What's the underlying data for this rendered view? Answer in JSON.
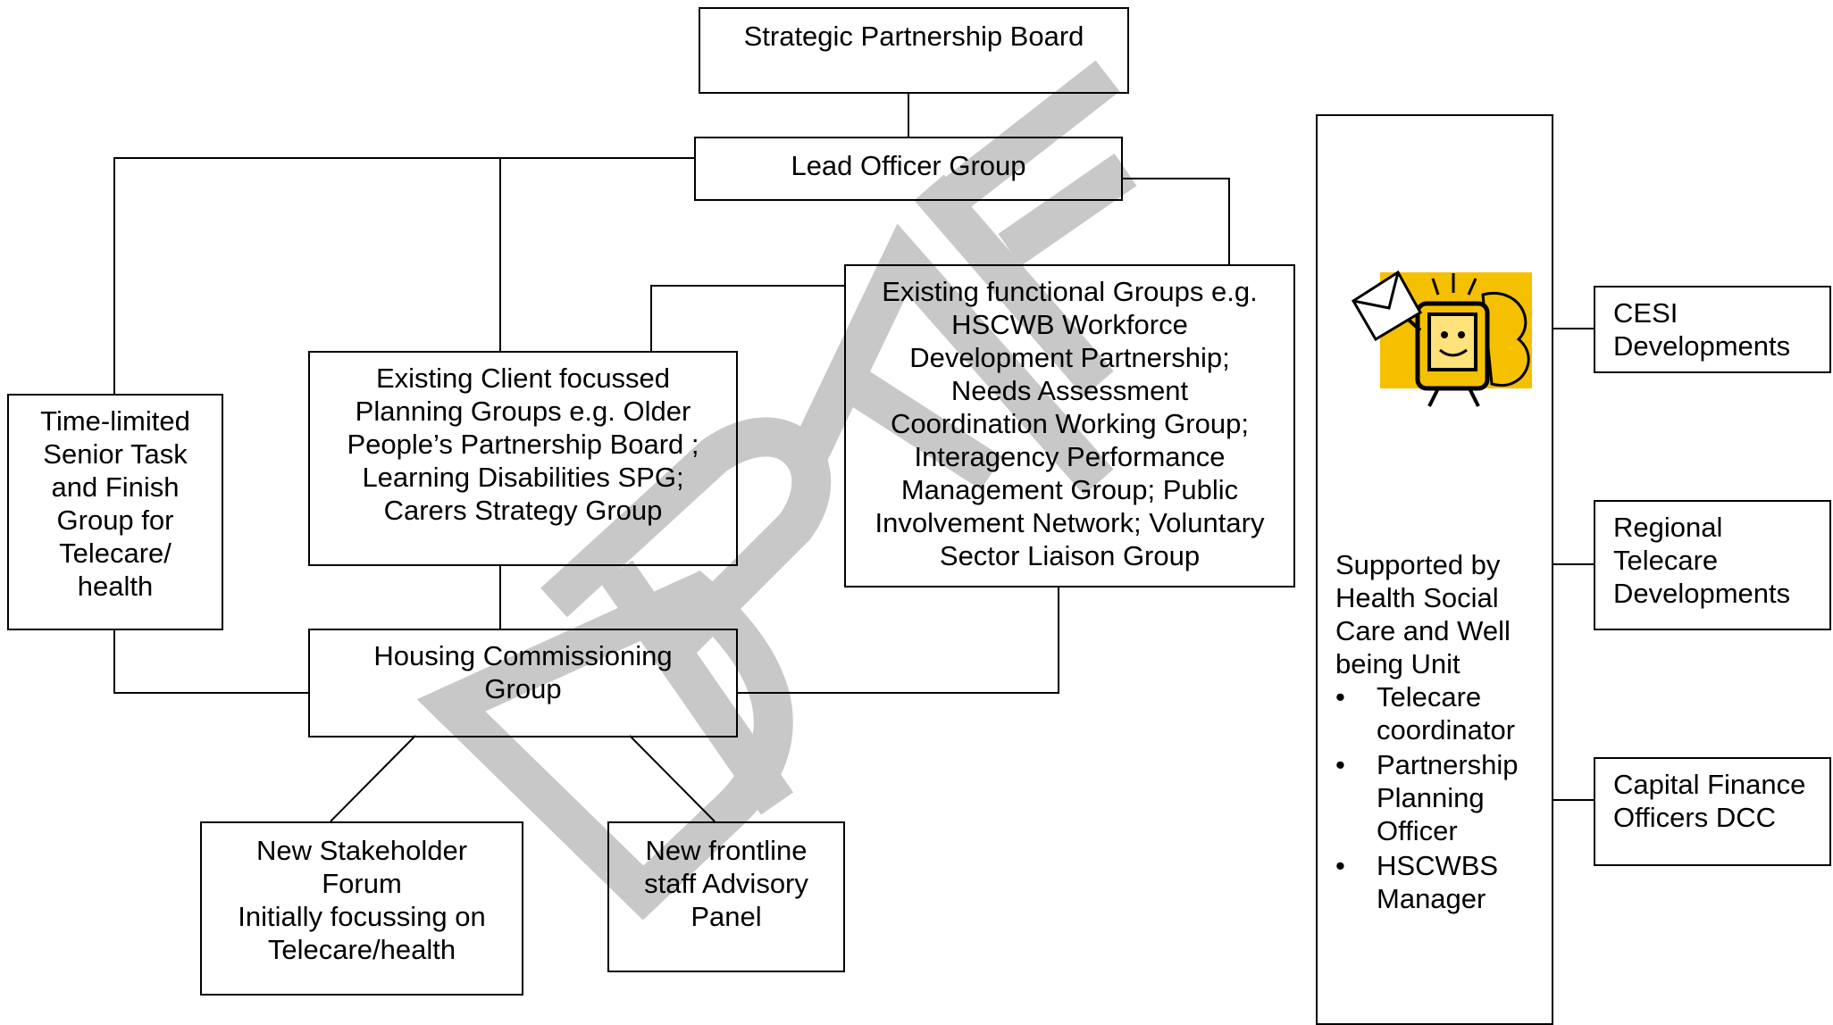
{
  "watermark": "DRAFT",
  "boxes": {
    "board": "Strategic Partnership Board",
    "lead": "Lead Officer Group",
    "client": "Existing Client focussed\nPlanning Groups e.g. Older\nPeople’s Partnership Board ;\nLearning Disabilities SPG;\nCarers Strategy Group",
    "functional": "Existing functional Groups e.g.\nHSCWB Workforce\nDevelopment Partnership;\nNeeds Assessment\nCoordination Working Group;\nInteragency Performance\nManagement Group; Public\nInvolvement Network; Voluntary\nSector Liaison Group",
    "task": "Time-limited\nSenior Task\nand Finish\nGroup for\nTelecare/\nhealth",
    "housing": "Housing Commissioning\nGroup",
    "stakeholder": "New Stakeholder\nForum\nInitially focussing on\nTelecare/health",
    "frontline": "New frontline\nstaff Advisory\nPanel",
    "cesi": "CESI\nDevelopments",
    "regional": "Regional\nTelecare\nDevelopments",
    "capital": "Capital Finance\nOfficers DCC"
  },
  "support": {
    "heading": "Supported by\nHealth Social\nCare and Well\nbeing Unit",
    "items": [
      "Telecare\ncoordinator",
      "Partnership\nPlanning\nOfficer",
      "HSCWBS\nManager"
    ]
  },
  "icon": {
    "name": "mail-device-clipart",
    "accent": "#f5c000"
  }
}
